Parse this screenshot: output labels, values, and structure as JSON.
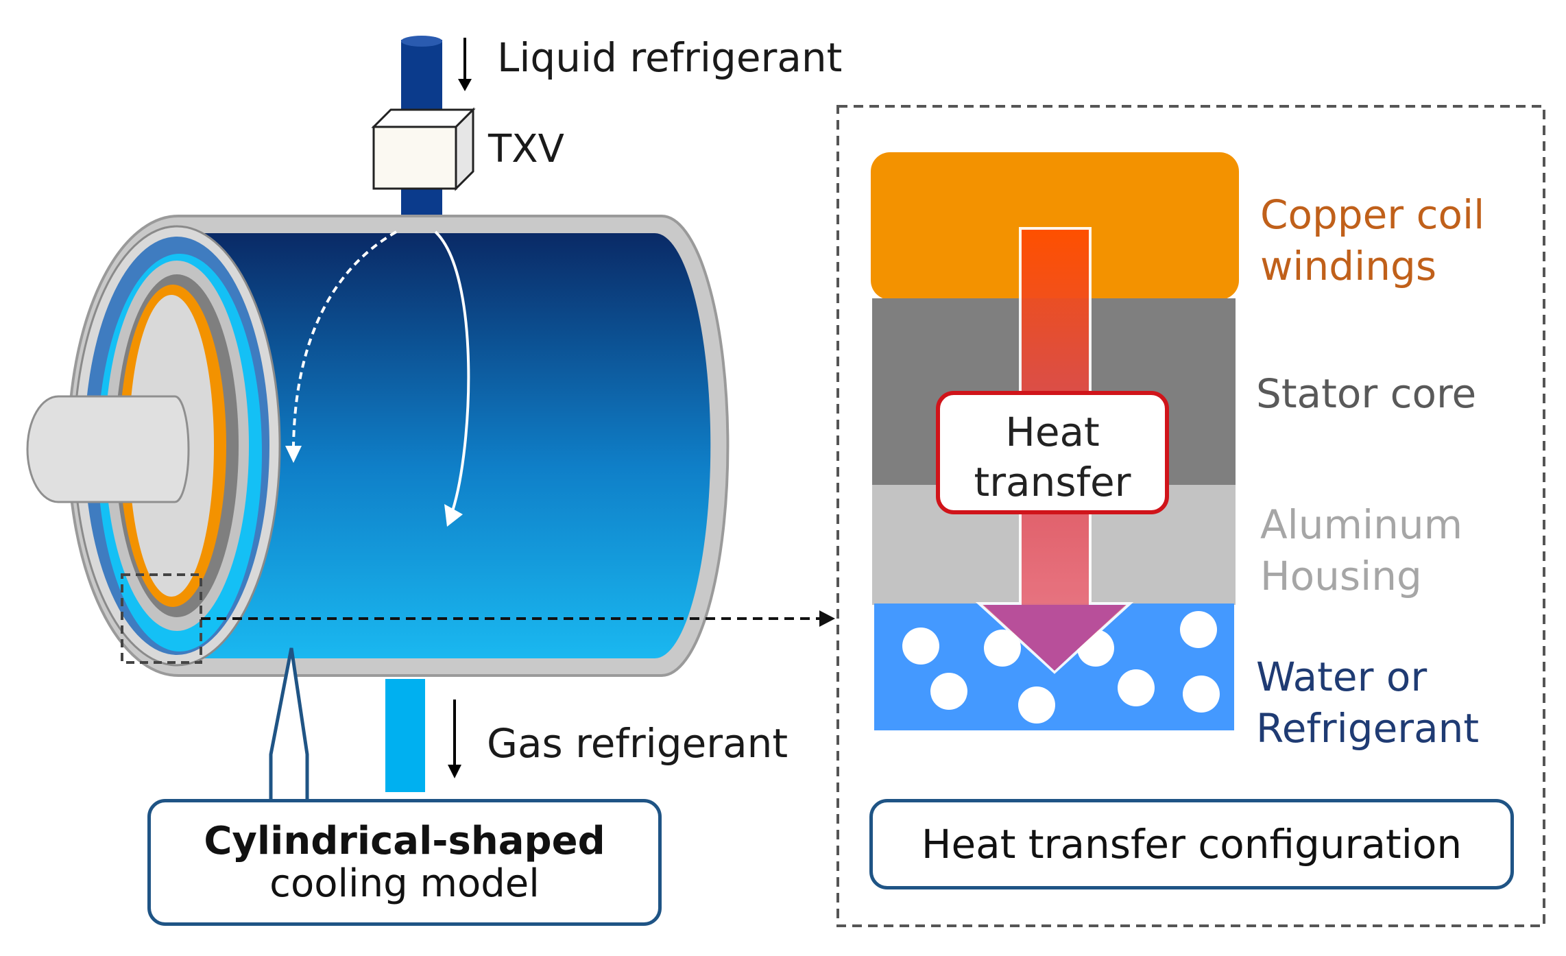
{
  "labels": {
    "liquid_refrigerant": "Liquid refrigerant",
    "txv": "TXV",
    "gas_refrigerant": "Gas refrigerant",
    "model_title": "Cylindrical-shaped",
    "model_subtitle": "cooling model",
    "copper": [
      "Copper coil",
      "windings"
    ],
    "stator": "Stator core",
    "aluminum": [
      "Aluminum",
      "Housing"
    ],
    "coolant": [
      "Water or",
      "Refrigerant"
    ],
    "heat_transfer": [
      "Heat",
      "transfer"
    ],
    "config_caption": "Heat transfer configuration"
  },
  "colors": {
    "copper": "#f39200",
    "copper_text": "#c0601a",
    "stator": "#7f7f7f",
    "stator_text": "#595959",
    "aluminum": "#c3c3c3",
    "aluminum_text": "#a6a6a6",
    "coolant": "#4499ff",
    "coolant_text": "#1f3b73",
    "pipe_liquid": "#0b3b8c",
    "pipe_gas": "#00b0f0",
    "cylinder_top": "#0a2a66",
    "cylinder_bottom": "#1ab8f0",
    "callout_border": "#1f5485",
    "heat_arrow": "#ff4b00",
    "heat_box_border": "#d0141a"
  }
}
